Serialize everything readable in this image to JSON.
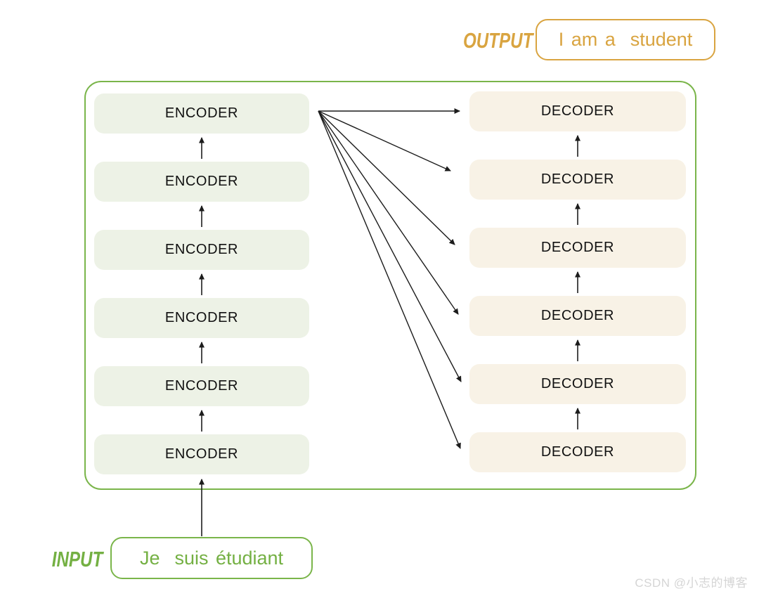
{
  "output": {
    "label": "OUTPUT",
    "value": "I am a  student"
  },
  "input": {
    "label": "INPUT",
    "value": "Je  suis étudiant"
  },
  "layers": {
    "encoders": [
      {
        "label": "ENCODER"
      },
      {
        "label": "ENCODER"
      },
      {
        "label": "ENCODER"
      },
      {
        "label": "ENCODER"
      },
      {
        "label": "ENCODER"
      },
      {
        "label": "ENCODER"
      }
    ],
    "decoders": [
      {
        "label": "DECODER"
      },
      {
        "label": "DECODER"
      },
      {
        "label": "DECODER"
      },
      {
        "label": "DECODER"
      },
      {
        "label": "DECODER"
      },
      {
        "label": "DECODER"
      }
    ]
  },
  "watermark": {
    "text": "CSDN @小志的博客"
  },
  "colors": {
    "green": "#7ab54a",
    "green_text": "#74b043",
    "gold": "#d9a440",
    "encoder_fill": "#edf2e6",
    "decoder_fill": "#f8f2e6",
    "line": "#1c1c1c",
    "box_text": "#111111",
    "watermark": "#d5d5d5"
  }
}
